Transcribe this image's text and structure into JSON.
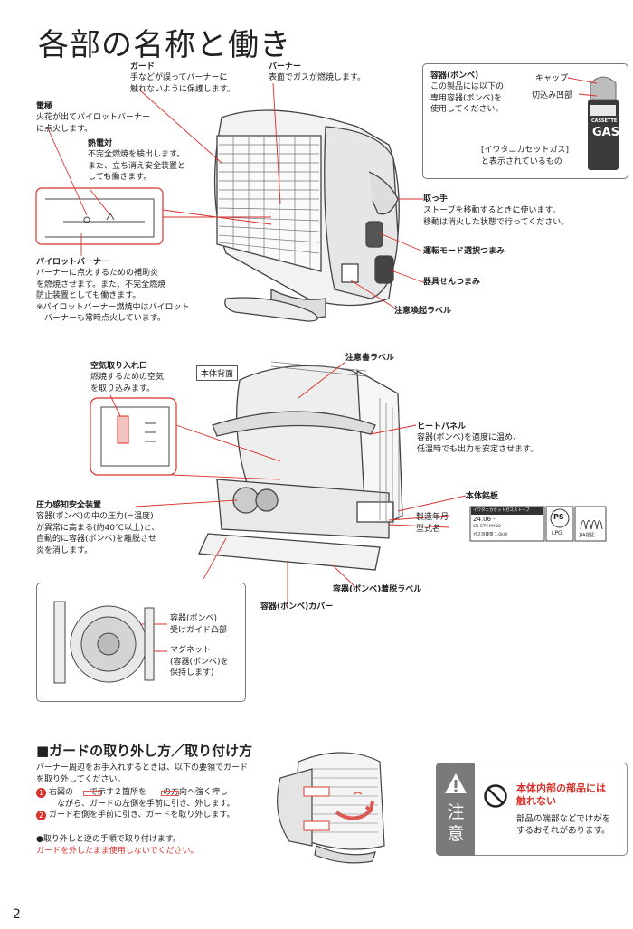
{
  "page": {
    "title": "各部の名称と働き",
    "page_number": "2"
  },
  "parts_front": {
    "guard": {
      "name": "ガード",
      "desc": "手などが誤ってバーナーに\n触れないように保護します。"
    },
    "burner": {
      "name": "バーナー",
      "desc": "表面でガスが燃焼します。"
    },
    "electrode": {
      "name": "電極",
      "desc": "火花が出てパイロットバーナー\nに点火します。"
    },
    "thermocouple": {
      "name": "熱電対",
      "desc": "不完全燃焼を検出します。\nまた、立ち消え安全装置と\nしても働きます。"
    },
    "pilot_burner": {
      "name": "パイロットバーナー",
      "desc": "バーナーに点火するための補助炎\nを燃焼させます。また、不完全燃焼\n防止装置としても働きます。\n※パイロットバーナー燃焼中はパイロット\n　バーナーも常時点火しています。"
    },
    "handle": {
      "name": "取っ手",
      "desc": "ストーブを移動するときに使います。\n移動は消火した状態で行ってください。"
    },
    "mode_knob": {
      "name": "運転モード選択つまみ"
    },
    "appliance_knob": {
      "name": "器具せんつまみ"
    },
    "caution_label": {
      "name": "注意喚起ラベル"
    }
  },
  "cartridge_box": {
    "name": "容器(ボンベ)",
    "desc": "この製品には以下の\n専用容器(ボンベ)を\n使用してください。",
    "cap": "キャップ",
    "notch": "切込み凹部",
    "brand": "[イワタニカセットガス]\nと表示されているもの",
    "can_text_1": "CASSETTE",
    "can_text_2": "GAS"
  },
  "parts_back": {
    "back_label": "本体背面",
    "air_intake": {
      "name": "空気取り入れ口",
      "desc": "燃焼するための空気\nを取り込みます。"
    },
    "caution_label": {
      "name": "注意書ラベル"
    },
    "heat_panel": {
      "name": "ヒートパネル",
      "desc": "容器(ボンベ)を適度に温め、\n低温時でも出力を安定させます。"
    },
    "pressure_device": {
      "name": "圧力感知安全装置",
      "desc": "容器(ボンベ)の中の圧力(=温度)\nが異常に高まる(約40℃以上)と、\n自動的に容器(ボンベ)を離脱させ\n炎を消します。"
    },
    "rating_plate": {
      "name": "本体銘板"
    },
    "date": "製造年月",
    "model": "型式名",
    "attach_label": {
      "name": "容器(ボンベ)着脱ラベル"
    },
    "cover": {
      "name": "容器(ボンベ)カバー"
    },
    "guide": {
      "name": "容器(ボンベ)\n受けガイド凸部"
    },
    "magnet": {
      "name": "マグネット\n(容器(ボンベ)を\n保持します)"
    },
    "plate_line1": "イワタニカセットガスストーブ",
    "plate_line2": "24.06 -",
    "plate_line3": "CB-STV-MYD2",
    "plate_line4": "ガス消費量 1.0kW",
    "ps": "PS",
    "lpg": "LPG",
    "jia": "JIA認証"
  },
  "guard_section": {
    "heading": "■ガードの取り外し方／取り付け方",
    "intro": "バーナー周辺をお手入れするときは、以下の要領でガード\nを取り外してください。",
    "step1": "右図の　　で示す２箇所を　　の方向へ強く押し\n　ながら、ガードの左側を手前に引き、外します。",
    "step2": "ガード右側を手前に引き、ガードを取り外します。",
    "step1_num": "1",
    "step2_num": "2",
    "reattach": "●取り外しと逆の手順で取り付けます。",
    "warning": "ガードを外したまま使用しないでください。"
  },
  "caution_panel": {
    "label": "注\n意",
    "title": "本体内部の部品には\n触れない",
    "desc": "部品の端部などでけがを\nするおそれがあります。"
  },
  "colors": {
    "accent_red": "#d9312b",
    "caution_gray": "#7a7a7a",
    "tab_red": "#e05a52"
  }
}
